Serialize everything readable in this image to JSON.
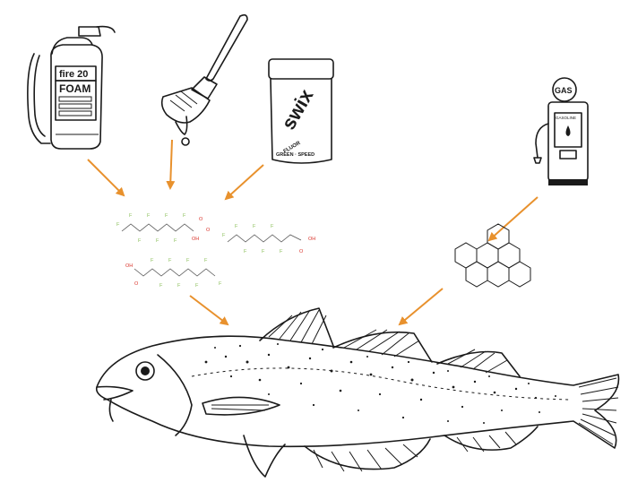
{
  "extinguisher": {
    "brand_label": "fire 20",
    "product_label": "FOAM"
  },
  "ski_wax": {
    "brand_label": "swix",
    "band_label": "FLUOR",
    "bottom_label": "GREEN · SPEED"
  },
  "gas_pump": {
    "sign_label": "GAS",
    "panel_label": "GASOLINE"
  },
  "chemistry": {
    "fluorine_symbol": "F",
    "oxygen_symbol": "O",
    "acid_group_label": "OH"
  },
  "colors": {
    "arrow": "#e8912d",
    "fluorine": "#8bbf5a",
    "oxygen": "#d9342b",
    "ink": "#1a1a1a"
  },
  "icons": [
    "fire-extinguisher-icon",
    "paintbrush-icon",
    "ski-wax-icon",
    "gas-pump-icon",
    "pah-molecule-icon",
    "cod-fish-icon"
  ]
}
